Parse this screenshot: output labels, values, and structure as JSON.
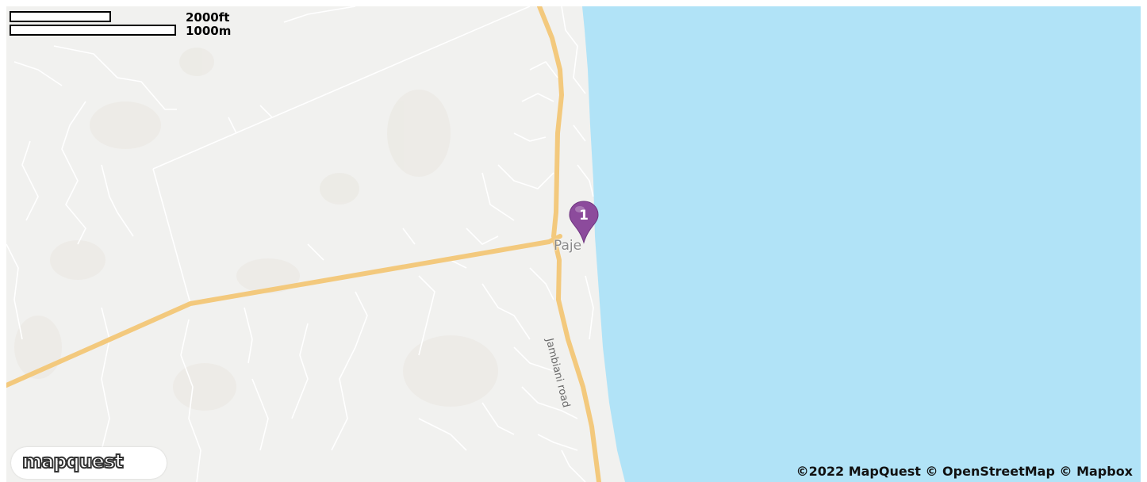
{
  "scale": {
    "imperial_label": "2000ft",
    "metric_label": "1000m"
  },
  "map": {
    "town_label": "Paje",
    "road_label": "Jambiani road",
    "marker_number": "1"
  },
  "branding": {
    "logo_text": "mapquest"
  },
  "attribution": "©2022 MapQuest © OpenStreetMap © Mapbox",
  "colors": {
    "land": "#f1f1ef",
    "water": "#b1e3f7",
    "road": "#f3c97d",
    "marker": "#8c4b9c",
    "paths": "#ffffff"
  }
}
